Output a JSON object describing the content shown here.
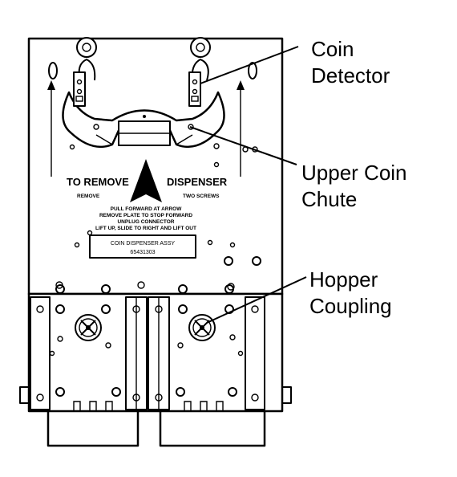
{
  "callouts": {
    "coin_detector": [
      "Coin",
      "Detector"
    ],
    "upper_coin_chute": [
      "Upper Coin",
      "Chute"
    ],
    "hopper_coupling": [
      "Hopper",
      "Coupling"
    ]
  },
  "plate": {
    "to_remove": "TO REMOVE",
    "dispenser": "DISPENSER",
    "remove": "REMOVE",
    "two_screws": "TWO SCREWS",
    "instructions": [
      "PULL FORWARD AT ARROW",
      "REMOVE PLATE TO STOP FORWARD",
      "UNPLUG CONNECTOR",
      "LIFT UP, SLIDE TO RIGHT AND LIFT OUT"
    ]
  },
  "label": {
    "line1": "COIN DISPENSER ASSY",
    "line2": "65431303"
  }
}
